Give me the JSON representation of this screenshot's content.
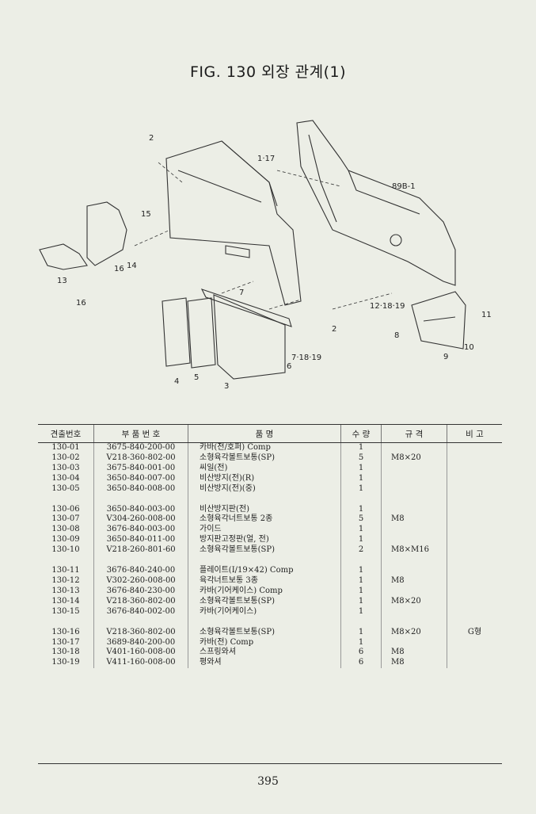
{
  "title": "FIG. 130 외장 관계(1)",
  "callouts": [
    "2",
    "1·17",
    "89B-1",
    "15",
    "14",
    "16",
    "13",
    "16",
    "7",
    "2",
    "12·18·19",
    "11",
    "8",
    "10",
    "9",
    "7·18·19",
    "6",
    "4",
    "5",
    "3"
  ],
  "table": {
    "headers": [
      "견출번호",
      "부 품 번 호",
      "품 명",
      "수 량",
      "규 격",
      "비 고"
    ],
    "groups": [
      [
        {
          "no": "130-01",
          "part": "3675-840-200-00",
          "name": "카바(전/호퍼) Comp",
          "qty": "1",
          "spec": "",
          "note": ""
        },
        {
          "no": "130-02",
          "part": "V218-360-802-00",
          "name": "소형육각볼트보통(SP)",
          "qty": "5",
          "spec": "M8×20",
          "note": ""
        },
        {
          "no": "130-03",
          "part": "3675-840-001-00",
          "name": "씨일(전)",
          "qty": "1",
          "spec": "",
          "note": ""
        },
        {
          "no": "130-04",
          "part": "3650-840-007-00",
          "name": "비산방지(전)(R)",
          "qty": "1",
          "spec": "",
          "note": ""
        },
        {
          "no": "130-05",
          "part": "3650-840-008-00",
          "name": "비산방지(전)(중)",
          "qty": "1",
          "spec": "",
          "note": ""
        }
      ],
      [
        {
          "no": "130-06",
          "part": "3650-840-003-00",
          "name": "비산방지판(전)",
          "qty": "1",
          "spec": "",
          "note": ""
        },
        {
          "no": "130-07",
          "part": "V304-260-008-00",
          "name": "소형육각너트보통 2종",
          "qty": "5",
          "spec": "M8",
          "note": ""
        },
        {
          "no": "130-08",
          "part": "3676-840-003-00",
          "name": "가이드",
          "qty": "1",
          "spec": "",
          "note": ""
        },
        {
          "no": "130-09",
          "part": "3650-840-011-00",
          "name": "방지판고정판(얼, 전)",
          "qty": "1",
          "spec": "",
          "note": ""
        },
        {
          "no": "130-10",
          "part": "V218-260-801-60",
          "name": "소형육각볼트보통(SP)",
          "qty": "2",
          "spec": "M8×M16",
          "note": ""
        }
      ],
      [
        {
          "no": "130-11",
          "part": "3676-840-240-00",
          "name": "플레이트(I/19×42) Comp",
          "qty": "1",
          "spec": "",
          "note": ""
        },
        {
          "no": "130-12",
          "part": "V302-260-008-00",
          "name": "육각너트보통 3종",
          "qty": "1",
          "spec": "M8",
          "note": ""
        },
        {
          "no": "130-13",
          "part": "3676-840-230-00",
          "name": "카바(기어케이스) Comp",
          "qty": "1",
          "spec": "",
          "note": ""
        },
        {
          "no": "130-14",
          "part": "V218-360-802-00",
          "name": "소형육각볼트보통(SP)",
          "qty": "1",
          "spec": "M8×20",
          "note": ""
        },
        {
          "no": "130-15",
          "part": "3676-840-002-00",
          "name": "카바(기어케이스)",
          "qty": "1",
          "spec": "",
          "note": ""
        }
      ],
      [
        {
          "no": "130-16",
          "part": "V218-360-802-00",
          "name": "소형육각볼트보통(SP)",
          "qty": "1",
          "spec": "M8×20",
          "note": "G형"
        },
        {
          "no": "130-17",
          "part": "3689-840-200-00",
          "name": "카바(전) Comp",
          "qty": "1",
          "spec": "",
          "note": ""
        },
        {
          "no": "130-18",
          "part": "V401-160-008-00",
          "name": "스프링와셔",
          "qty": "6",
          "spec": "M8",
          "note": ""
        },
        {
          "no": "130-19",
          "part": "V411-160-008-00",
          "name": "평와셔",
          "qty": "6",
          "spec": "M8",
          "note": ""
        }
      ]
    ]
  },
  "page_number": "395"
}
